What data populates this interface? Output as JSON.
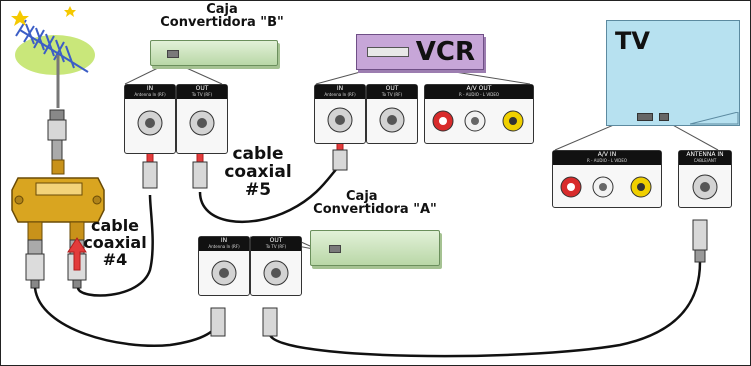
{
  "labels": {
    "converter_b": [
      "Caja",
      "Convertidora \"B\""
    ],
    "converter_a": [
      "Caja",
      "Convertidora \"A\""
    ],
    "vcr": "VCR",
    "tv": "TV",
    "cable5": [
      "cable",
      "coaxial",
      "#5"
    ],
    "cable4": [
      "cable",
      "coaxial",
      "#4"
    ]
  },
  "panels": {
    "converter_b_in": {
      "title": "IN",
      "sub": "Antenna In (RF)"
    },
    "converter_b_out": {
      "title": "OUT",
      "sub": "To TV (RF)"
    },
    "vcr_in": {
      "title": "IN",
      "sub": "Antenna In (RF)"
    },
    "vcr_out": {
      "title": "OUT",
      "sub": "To TV (RF)"
    },
    "vcr_av": {
      "title": "A/V OUT",
      "sub": "R - AUDIO - L       VIDEO"
    },
    "converter_a_in": {
      "title": "IN",
      "sub": "Antenna In (RF)"
    },
    "converter_a_out": {
      "title": "OUT",
      "sub": "To TV (RF)"
    },
    "tv_av": {
      "title": "A/V IN",
      "sub": "R - AUDIO - L       VIDEO"
    },
    "tv_antenna": {
      "title": "ANTENNA IN",
      "sub": "CABLE/ANT"
    }
  },
  "colors": {
    "converter": "#c6e0b4",
    "vcr": "#c7a6d8",
    "tv": "#b7e1f0",
    "arrow": "#e23b3b",
    "cable": "#111111",
    "splitter": "#d9a520",
    "antenna": "#4a6fd6"
  }
}
